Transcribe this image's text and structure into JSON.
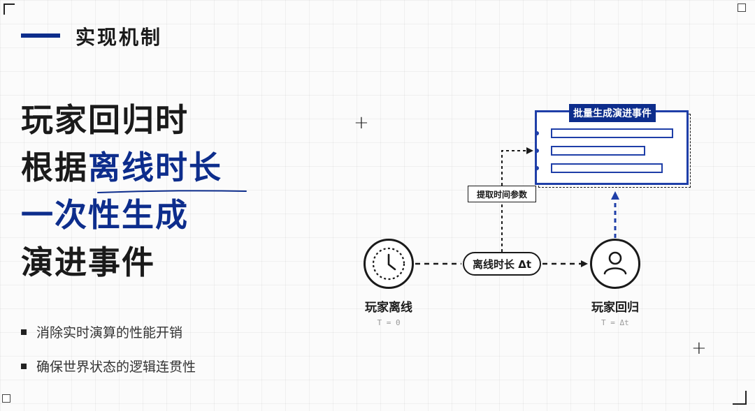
{
  "section": {
    "title": "实现机制",
    "accent_color": "#0d2d8c"
  },
  "headline": {
    "line1": "玩家回归时",
    "line2_prefix": "根据",
    "line2_highlight": "离线时长",
    "line3": "一次性生成",
    "line4": "演进事件",
    "highlight_color": "#0d2d8c"
  },
  "bullets": [
    "消除实时演算的性能开销",
    "确保世界状态的逻辑连贯性"
  ],
  "diagram": {
    "offline_node": {
      "label": "玩家离线",
      "time": "T = 0",
      "icon": "clock-icon"
    },
    "return_node": {
      "label": "玩家回归",
      "time": "T = Δt",
      "icon": "user-icon"
    },
    "duration_label": "离线时长 Δt",
    "param_label": "提取时间参数",
    "event_box": {
      "title": "批量生成演进事件",
      "item_count_visible": 3,
      "border_color": "#1f3fa8"
    }
  }
}
